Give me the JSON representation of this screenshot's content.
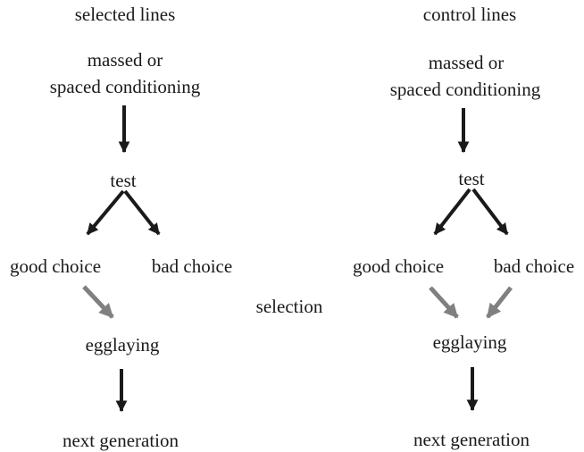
{
  "left": {
    "header": "selected lines",
    "conditioning_line1": "massed or",
    "conditioning_line2": "spaced conditioning",
    "test": "test",
    "good_choice": "good choice",
    "bad_choice": "bad choice",
    "egglaying": "egglaying",
    "next_generation": "next generation"
  },
  "middle": {
    "selection": "selection"
  },
  "right": {
    "header": "control lines",
    "conditioning_line1": "massed or",
    "conditioning_line2": "spaced conditioning",
    "test": "test",
    "good_choice": "good choice",
    "bad_choice": "bad choice",
    "egglaying": "egglaying",
    "next_generation": "next generation"
  },
  "colors": {
    "black_arrow": "#1a1a1a",
    "grey_arrow": "#808080"
  }
}
